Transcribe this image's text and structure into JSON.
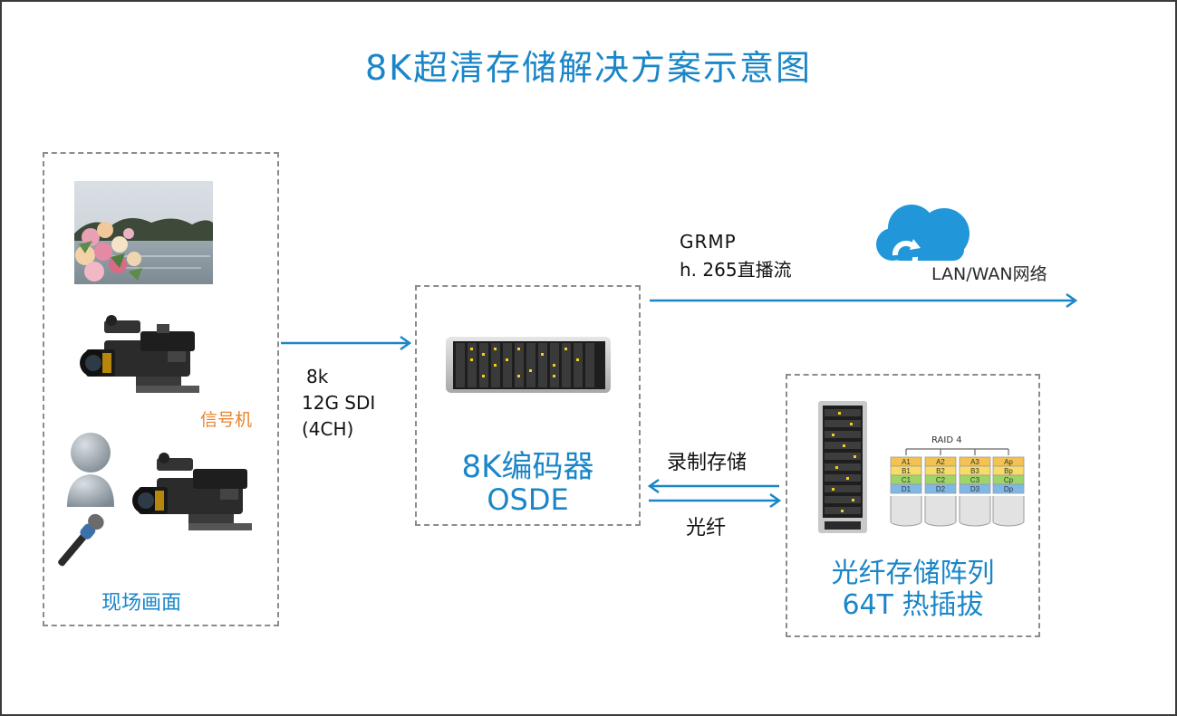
{
  "title": "8K超清存储解决方案示意图",
  "source": {
    "signal_label": "信号机",
    "scene_label": "现场画面"
  },
  "link_in": {
    "line1": "8k",
    "line2": "12G SDI",
    "line3": "(4CH)"
  },
  "encoder": {
    "name": "8K编码器",
    "model": "OSDE"
  },
  "stream": {
    "line1": "GRMP",
    "line2": "h. 265直播流"
  },
  "network": {
    "label": "LAN/WAN网络"
  },
  "storage_link": {
    "top_label": "录制存储",
    "bottom_label": "光纤"
  },
  "storage": {
    "line1": "光纤存储阵列",
    "line2": "64T 热插拔",
    "raid_label": "RAID 4",
    "columns": [
      [
        "A1",
        "B1",
        "C1",
        "D1"
      ],
      [
        "A2",
        "B2",
        "C2",
        "D2"
      ],
      [
        "A3",
        "B3",
        "C3",
        "D3"
      ],
      [
        "Ap",
        "Bp",
        "Cp",
        "Dp"
      ]
    ]
  },
  "colors": {
    "accent": "#1a86c8",
    "signal_label": "#e8832a",
    "arrow": "#1a86c8",
    "cloud": "#2196d9"
  }
}
